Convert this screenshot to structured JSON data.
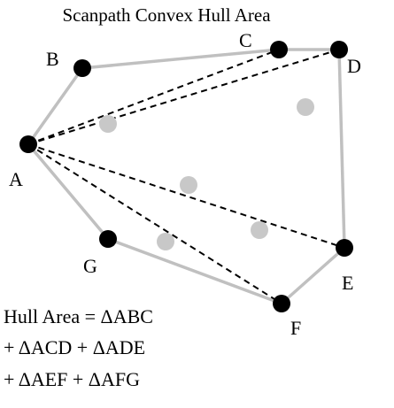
{
  "title": "Scanpath Convex Hull Area",
  "colors": {
    "hull": "#c0c0c0",
    "inner_point": "#c8c8c8",
    "vertex": "#000000",
    "triangle_edge": "#000000",
    "background": "#ffffff"
  },
  "vertices": [
    {
      "id": "A",
      "label": "A"
    },
    {
      "id": "B",
      "label": "B"
    },
    {
      "id": "C",
      "label": "C"
    },
    {
      "id": "D",
      "label": "D"
    },
    {
      "id": "E",
      "label": "E"
    },
    {
      "id": "F",
      "label": "F"
    },
    {
      "id": "G",
      "label": "G"
    }
  ],
  "hull_order": [
    "A",
    "B",
    "C",
    "D",
    "E",
    "F",
    "G"
  ],
  "triangle_diagonals": [
    "C",
    "D",
    "E",
    "F"
  ],
  "interior_point_count": 5,
  "formula": {
    "line1": "Hull Area = ΔABC",
    "line2": "+ ΔACD + ΔADE",
    "line3": "+ ΔAEF + ΔAFG"
  }
}
